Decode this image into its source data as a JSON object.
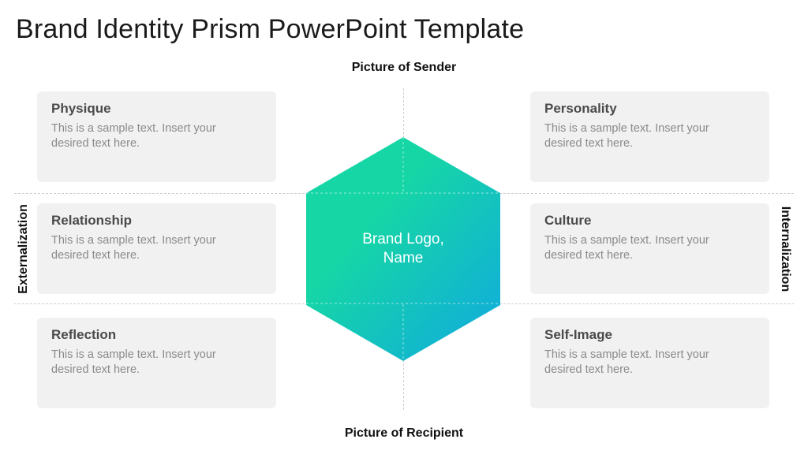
{
  "slide": {
    "title": "Brand Identity Prism PowerPoint Template"
  },
  "axes": {
    "top": "Picture of Sender",
    "bottom": "Picture of Recipient",
    "left": "Externalization",
    "right": "Internalization"
  },
  "center": {
    "line1": "Brand Logo,",
    "line2": "Name"
  },
  "cards": {
    "physique": {
      "heading": "Physique",
      "body": "This is a sample text. Insert your desired text here."
    },
    "relationship": {
      "heading": "Relationship",
      "body": "This is a sample text. Insert your desired text here."
    },
    "reflection": {
      "heading": "Reflection",
      "body": "This is a sample text. Insert your desired text here."
    },
    "personality": {
      "heading": "Personality",
      "body": "This is a sample text. Insert your desired text here."
    },
    "culture": {
      "heading": "Culture",
      "body": "This is a sample text. Insert your desired text here."
    },
    "self_image": {
      "heading": "Self-Image",
      "body": "This is a sample text. Insert your desired text here."
    }
  },
  "colors": {
    "hex_gradient_start": "#16d6a6",
    "hex_gradient_end": "#10a9df",
    "card_bg": "#f1f1f1"
  }
}
